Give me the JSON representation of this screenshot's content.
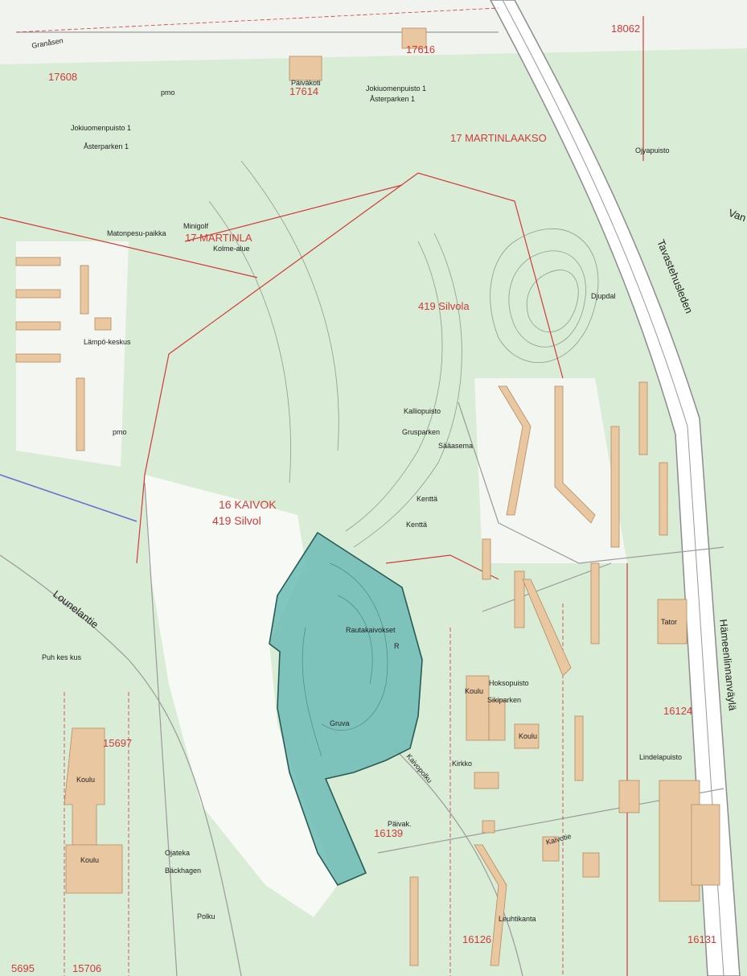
{
  "districts": {
    "martinlaakso_17": "17 MARTINLAAKSO",
    "martinla_17": "17 MARTINLA",
    "silvola_419": "419 Silvola",
    "kaivoksela_16": "16 KAIVOK",
    "silvola_419b": "419 Silvol"
  },
  "roads": {
    "lounelantie": "Lounelantie",
    "tavastehusleden": "Tavastehusleden",
    "hameenlinnanvayla": "Hämeenlinnanväylä",
    "vantaa_fragment": "Van",
    "granaasi": "Granåsen"
  },
  "block_numbers": {
    "b17608": "17608",
    "b17616": "17616",
    "b17614": "17614",
    "b18062": "18062",
    "b15697": "15697",
    "b16139": "16139",
    "b16124": "16124",
    "b16126": "16126",
    "b16131": "16131",
    "b15695": "5695",
    "b15706": "15706"
  },
  "places": {
    "paivakoti": "Päiväkoti",
    "joukkue_1": "Jokiuomenpuisto 1",
    "asterparken": "Åsterparken 1",
    "joukkue_2": "Jokiuomenpuisto 1",
    "asterparken_2": "Åsterparken 1",
    "minigolf": "Minigolf",
    "matonpesu": "Matonpesu-paikka",
    "kolme_alue": "Kolme-alue",
    "lampo": "Lämpö-keskus",
    "kentta": "Kenttä",
    "kentta2": "Kenttä",
    "kalliopuisto": "Kalliopuisto",
    "grusparken": "Grusparken",
    "sarasema": "Sääasema",
    "rautakaivokset": "Rautakaivokset",
    "marker_r": "R",
    "gruva": "Gruva",
    "koulu1": "Koulu",
    "koulu2": "Koulu",
    "koulu3": "Koulu",
    "koulu4": "Koulu",
    "kirkko": "Kirkko",
    "pvk": "Päivak.",
    "tator": "Tator",
    "pubkeskus": "Puh kes kus",
    "ojateka": "Ojateka",
    "backhagen": "Bäckhagen",
    "lindapuisto": "Lindelapuisto",
    "leuhtikanta": "Leuhtikanta",
    "kaivopolku": "Kaivopolku",
    "kaivotie": "Kaivotie",
    "sikiparken": "Sikiparken",
    "hoksopuisto": "Hoksopuisto",
    "djupdal": "Djupdal",
    "ojyapuisto": "Ojyapuisto",
    "pmo": "pmo",
    "pmo2": "pmo",
    "polku": "Polku"
  },
  "colors": {
    "green_area": "#d6ead2",
    "highlight": "#72bfb8",
    "boundary": "#d23a3a",
    "building": "#e9c7a0"
  }
}
